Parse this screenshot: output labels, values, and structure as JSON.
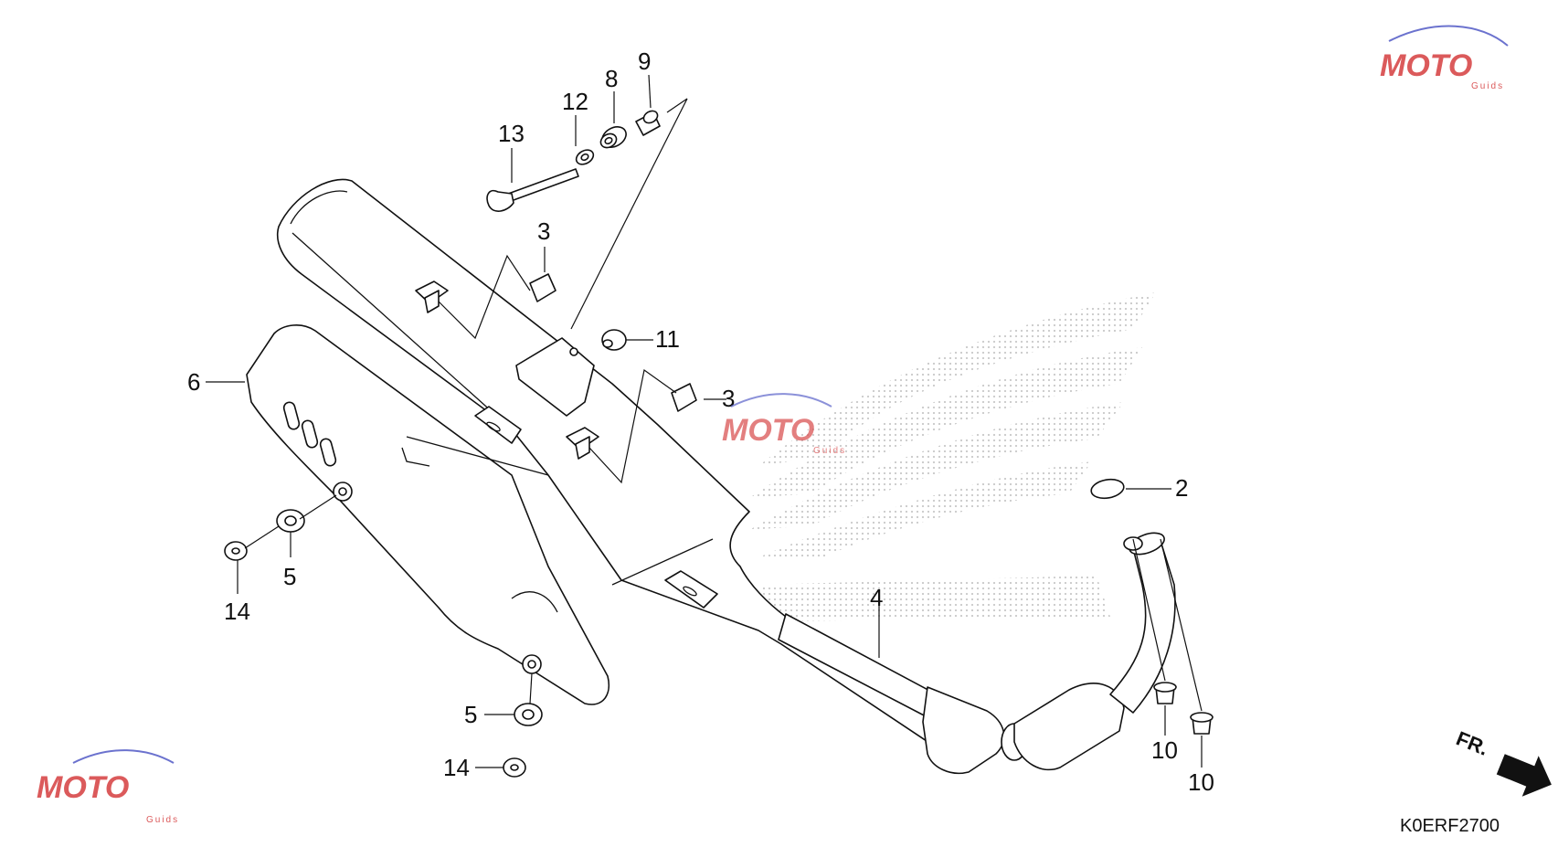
{
  "diagram": {
    "callouts": {
      "c1": "13",
      "c2": "12",
      "c3": "8",
      "c4": "9",
      "c5": "3",
      "c6": "11",
      "c7": "3",
      "c8": "6",
      "c9": "5",
      "c10": "14",
      "c11": "2",
      "c12": "4",
      "c13": "5",
      "c14": "14",
      "c15": "10",
      "c16": "10"
    },
    "diagram_code": "K0ERF2700",
    "front_arrow_label": "FR.",
    "watermark": {
      "brand": "MOTO",
      "sub": "Guids",
      "colors": {
        "primary": "#d8494a",
        "secondary": "#5b63c9"
      }
    }
  }
}
